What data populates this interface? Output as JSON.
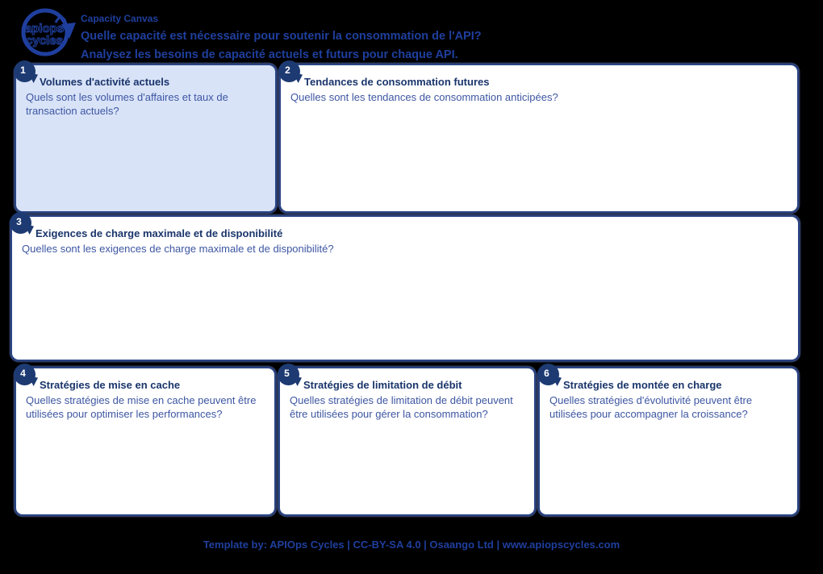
{
  "header": {
    "logo_text_top": "apiops",
    "logo_text_bottom": "cycles",
    "title": "Capacity Canvas",
    "subtitle_line1": "Quelle capacité est nécessaire pour soutenir la consommation de l'API?",
    "subtitle_line2": "Analysez les besoins de capacité actuels et futurs pour chaque API."
  },
  "sections": [
    {
      "number": "1",
      "title": "Volumes d'activité actuels",
      "question": "Quels sont les volumes d'affaires et taux de transaction actuels?"
    },
    {
      "number": "2",
      "title": "Tendances de consommation futures",
      "question": "Quelles sont les tendances de consommation anticipées?"
    },
    {
      "number": "3",
      "title": "Exigences de charge maximale et de disponibilité",
      "question": "Quelles sont les exigences de charge maximale et de disponibilité?"
    },
    {
      "number": "4",
      "title": "Stratégies de mise en cache",
      "question": "Quelles stratégies de mise en cache peuvent être utilisées pour optimiser les performances?"
    },
    {
      "number": "5",
      "title": "Stratégies de limitation de débit",
      "question": "Quelles stratégies de limitation de débit peuvent être utilisées pour gérer la consommation?"
    },
    {
      "number": "6",
      "title": "Stratégies de montée en charge",
      "question": "Quelles stratégies d'évolutivité peuvent être utilisées pour accompagner la croissance?"
    }
  ],
  "footer": {
    "text": "Template by: APIOps Cycles | CC-BY-SA 4.0 | Osaango Ltd | www.apiopscycles.com"
  },
  "colors": {
    "background": "#000000",
    "accent_text": "#1f3f9e",
    "box_border": "#2a4585",
    "badge_fill": "#1d3a72",
    "box1_fill": "#d9e3f8",
    "heading_text": "#1a356b",
    "body_text": "#3d56a2"
  }
}
